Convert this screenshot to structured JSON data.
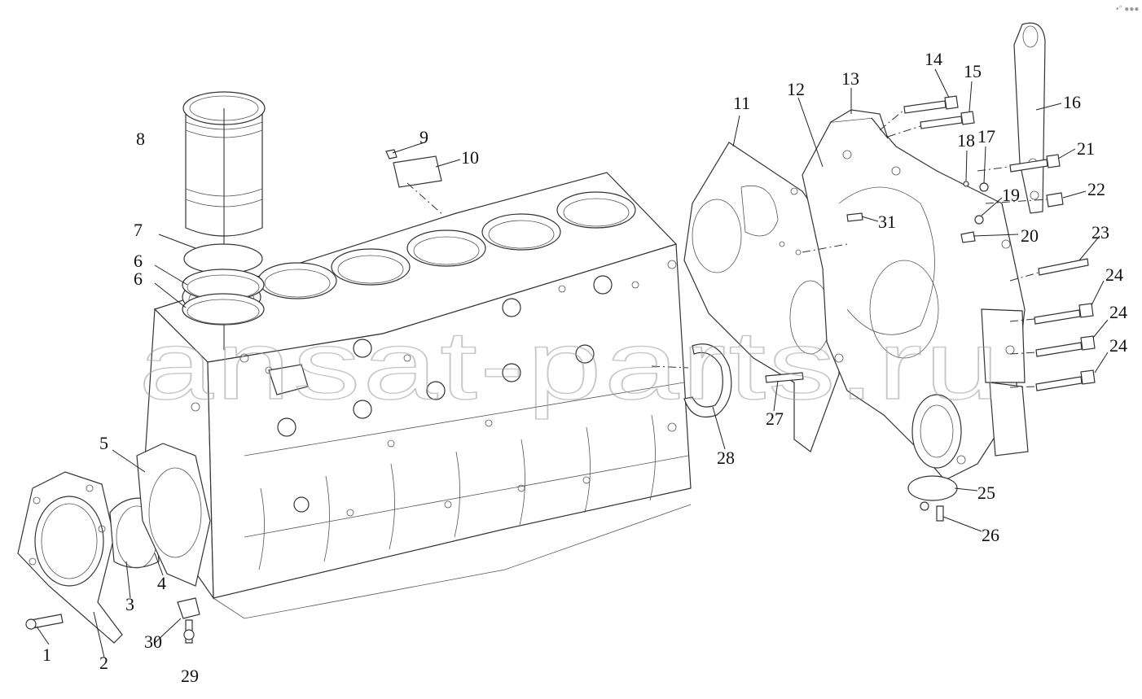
{
  "labels": [
    "1",
    "2",
    "3",
    "4",
    "5",
    "6",
    "6",
    "7",
    "8",
    "9",
    "10",
    "11",
    "12",
    "13",
    "14",
    "15",
    "16",
    "17",
    "18",
    "19",
    "20",
    "21",
    "22",
    "23",
    "24",
    "24",
    "24",
    "25",
    "26",
    "27",
    "28",
    "29",
    "30",
    "31"
  ],
  "watermark": "ansat-parts.ru",
  "corner_mark": "•° ●●●"
}
